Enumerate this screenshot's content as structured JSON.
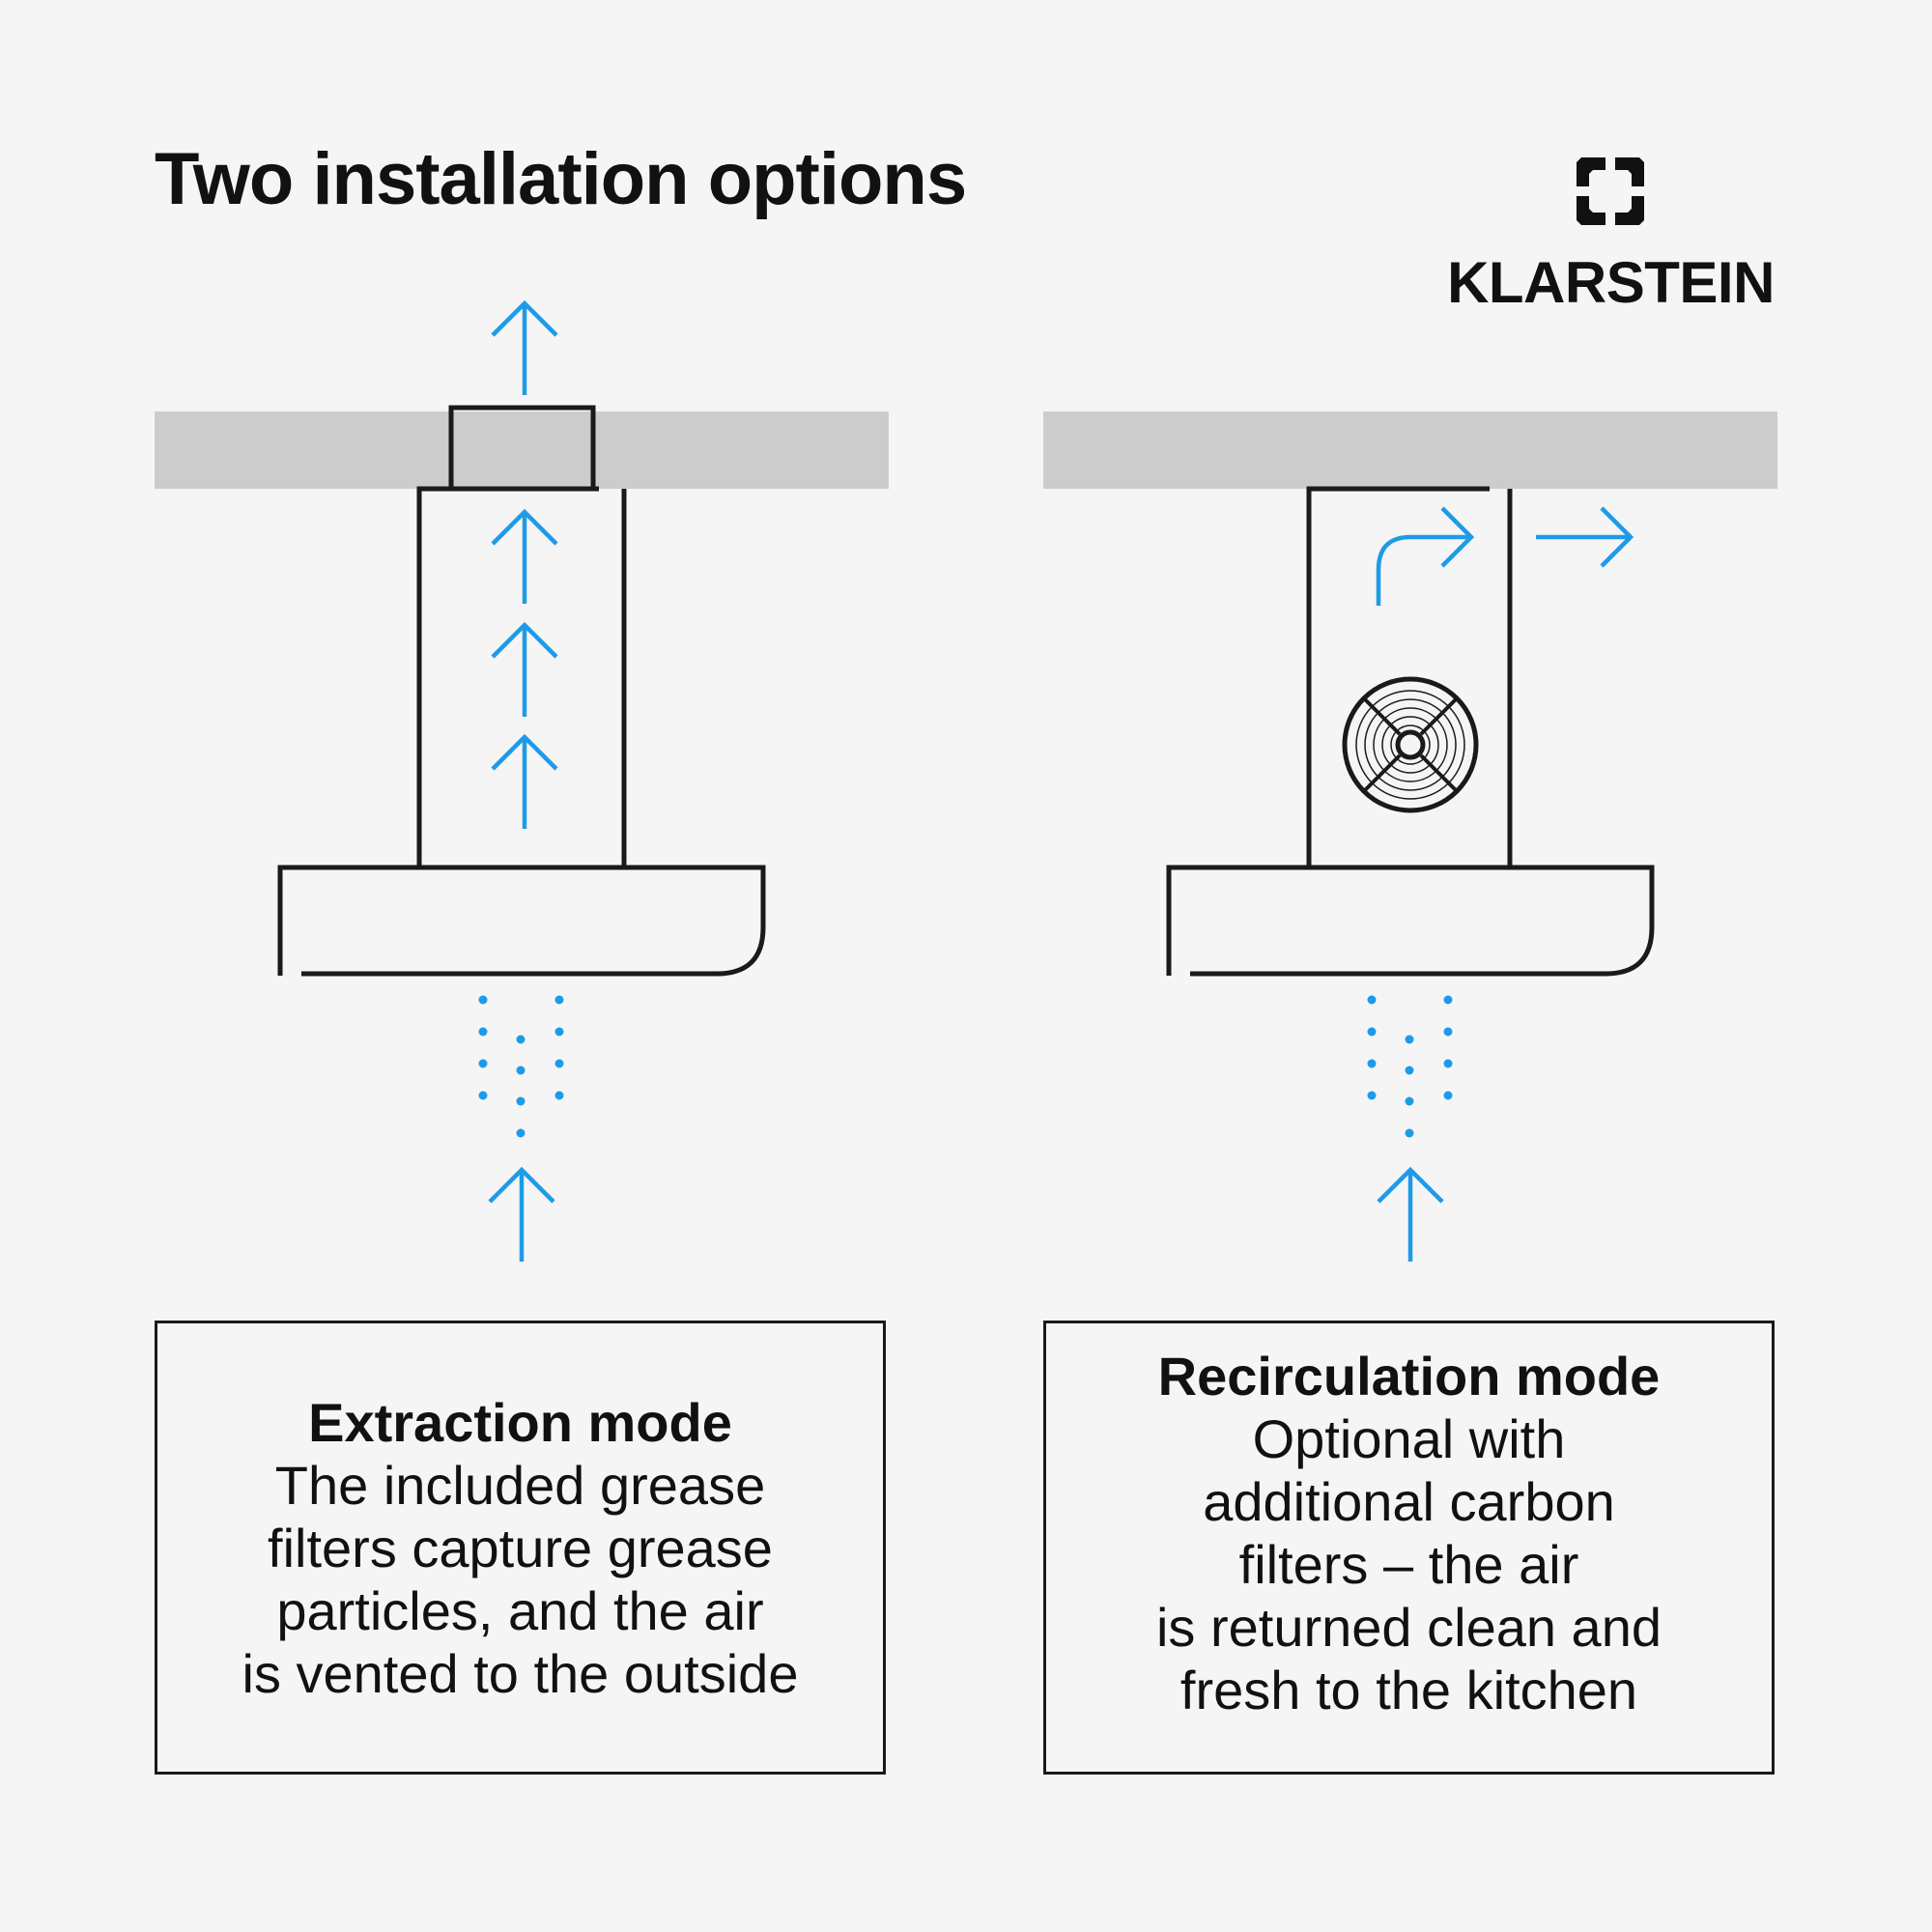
{
  "title": "Two installation options",
  "brand": {
    "name": "KLARSTEIN",
    "logo_icon": "klarstein-diamond-icon"
  },
  "colors": {
    "arrow": "#1e9be8",
    "ceiling": "#cccccc",
    "outline": "#1a1a1a",
    "background": "#f5f5f5"
  },
  "panels": [
    {
      "mode_title": "Extraction mode",
      "description": "The included grease\nfilters capture grease\nparticles, and the air\nis vented to the outside"
    },
    {
      "mode_title": "Recirculation mode",
      "description": "Optional with\nadditional carbon\nfilters – the air\nis returned clean and\nfresh to the kitchen"
    }
  ]
}
